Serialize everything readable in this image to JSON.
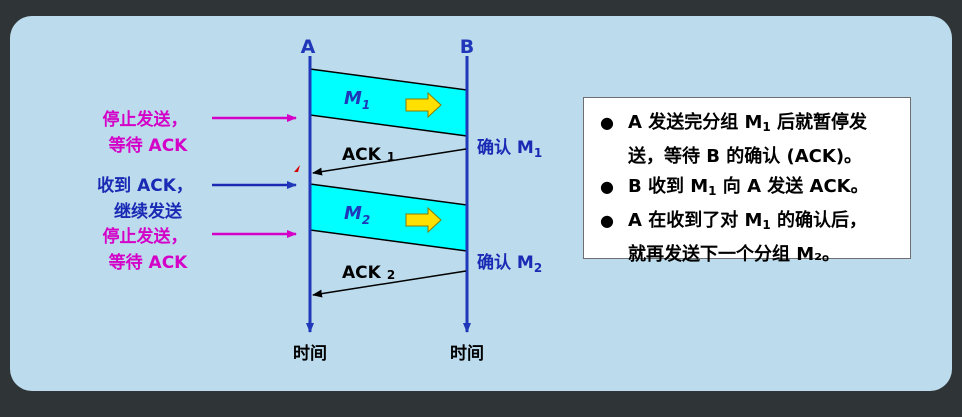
{
  "nodes": {
    "a": "A",
    "b": "B"
  },
  "time_label": "时间",
  "frames": [
    {
      "name": "M",
      "sub": "1"
    },
    {
      "name": "M",
      "sub": "2"
    }
  ],
  "acks": [
    {
      "name": "ACK",
      "sub": "1"
    },
    {
      "name": "ACK",
      "sub": "2"
    }
  ],
  "confirms": [
    {
      "text": "确认 M",
      "sub": "1"
    },
    {
      "text": "确认 M",
      "sub": "2"
    }
  ],
  "left_labels": {
    "stop1": [
      "停止发送，",
      "等待 ACK"
    ],
    "recv": [
      "收到 ACK，",
      "继续发送"
    ],
    "stop2": [
      "停止发送，",
      "等待 ACK"
    ]
  },
  "notes": [
    {
      "lines": [
        [
          "A 发送完分组 M",
          "1",
          " 后就暂停发"
        ],
        [
          "送，等待 B 的确认 (ACK)。"
        ]
      ]
    },
    {
      "lines": [
        [
          "B 收到 M",
          "1",
          " 向 A 发送  ACK。"
        ]
      ]
    },
    {
      "lines": [
        [
          "A 在收到了对 M",
          "1",
          " 的确认后，"
        ],
        [
          "就再发送下一个分组  M₂。"
        ]
      ]
    }
  ],
  "bullet": "●",
  "colors": {
    "slide_bg": "#bcdced",
    "frame_fill": "#00ffff",
    "timeline": "#1f37b8",
    "magenta_text": "#d400c8",
    "blue_text": "#1a2ab5",
    "arrow_yellow": "#ffe000"
  }
}
